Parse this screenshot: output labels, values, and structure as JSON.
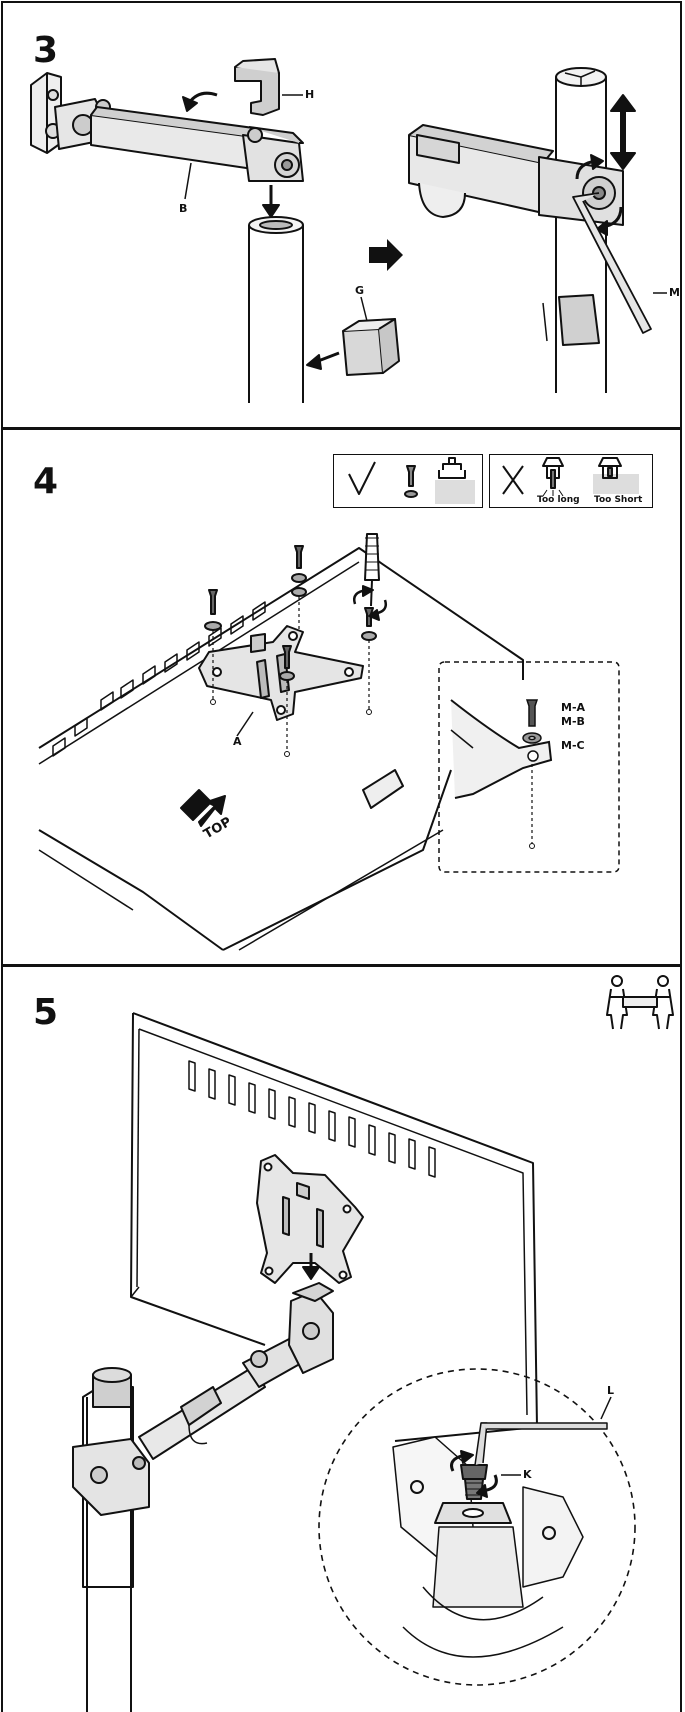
{
  "steps": [
    {
      "number": "3",
      "callouts": {
        "H": "H",
        "B": "B",
        "G": "G",
        "M": "M"
      }
    },
    {
      "number": "4",
      "check": {
        "correct_icon": "check-mark-icon",
        "incorrect_icon": "x-mark-icon",
        "too_long": "Too long",
        "too_short": "Too Short"
      },
      "callouts": {
        "A": "A",
        "TOP": "TOP",
        "MA": "M-A",
        "MB": "M-B",
        "MC": "M-C"
      }
    },
    {
      "number": "5",
      "two_person_icon": "two-person-lift-icon",
      "callouts": {
        "L": "L",
        "K": "K"
      }
    }
  ],
  "colors": {
    "line": "#111111",
    "metal": "#e6e6e6",
    "shade": "#bdbdbd",
    "dark": "#555555"
  }
}
